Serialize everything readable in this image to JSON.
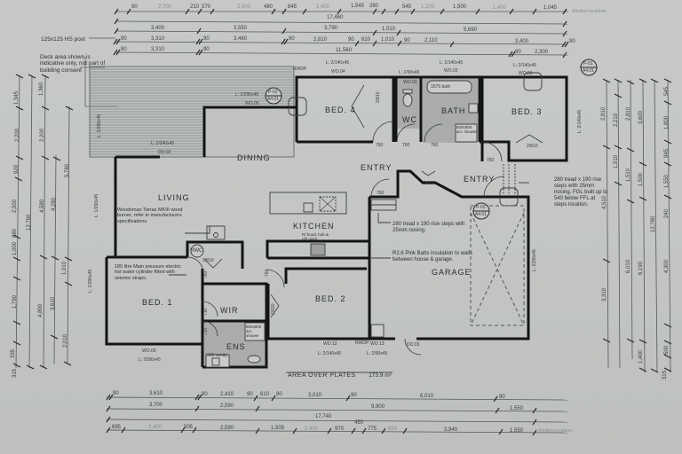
{
  "drawing": {
    "type": "floor plan",
    "area_over_plates_label": "AREA OVER PLATES",
    "area_over_plates_value": "173.9 m²"
  },
  "rooms": {
    "bed4": "BED. 4",
    "wc": "WC",
    "bath": "BATH",
    "bed3": "BED. 3",
    "dining": "DINING",
    "entry_main": "ENTRY",
    "entry_side": "ENTRY",
    "living": "LIVING",
    "kitchen": "KITCHEN",
    "garage": "GARAGE",
    "bed1": "BED. 1",
    "wir": "WIR",
    "ens": "ENS",
    "bed2": "BED. 2",
    "hwc": "HWC"
  },
  "notes": {
    "hs_post": "125x125 HS post",
    "deck": "Deck area shown is indicative only, not part of building consent",
    "wood_burner": "Woodsman Tarras MKIII wood burner, refer to manufacturers specifications.",
    "hot_water": "180 litre Main pressure electric hot water cylinder fitted with seismic straps.",
    "garage_steps": "280 tread x 190 rise steps with 25mm nosing.",
    "insulation": "R2.6 Pink Batts insulation to walls between house & garage.",
    "entry_steps": "280 tread x 190 rise steps with 25mm nosing. FGL built up to 540 below FFL at steps location.",
    "rangehood": "R/ hood, hob & u/b oven",
    "bath_fixture": "1675 bath",
    "shower_bath": "800x900 acr. shower",
    "shower_ens": "800x800 acr. shower",
    "vanity": "900 vanity",
    "window_locations": "Window locations"
  },
  "tags": {
    "p01": [
      "P-01",
      "A4.01"
    ],
    "p02": [
      "P-02",
      "A4.01"
    ],
    "p03": [
      "P-03",
      "A4.01"
    ]
  },
  "openings": {
    "wo04": "WO.04",
    "wo03": "WO.03",
    "wo02": "WO.02",
    "wo01": "WO.01",
    "wo05": "WO.05",
    "do02": "DO.02",
    "wo09": "WO.09",
    "wo12": "WO.12",
    "wo13": "WO.13",
    "do03": "DO.03",
    "lintel_2140": "L: 2/140x45",
    "lintel_290": "L: 2/90x45",
    "lintel_2290": "L: 2/290x45",
    "lintel_2240": "L: 2/240x45",
    "lintel_2090": "L: 2090x45",
    "lintel_1290": "L: 1/290x45",
    "lintel_2290v": "L: 2290x45",
    "door_760": "760",
    "door_2810": "2/810",
    "door_710": "710",
    "roof_dp": "RWDP"
  },
  "dimensions": {
    "top_row1": [
      "90",
      "2,700",
      "210",
      "570",
      "2,500",
      "480",
      "845",
      "1,400",
      "1,545",
      "280",
      "545",
      "1,200",
      "1,500",
      "1,400",
      "1,045"
    ],
    "top_total": "17,460",
    "top_row3": [
      "3,400",
      "3,550",
      "3,790",
      "1,010",
      "5,690"
    ],
    "top_row4": [
      "90",
      "3,310",
      "90",
      "3,460",
      "90",
      "2,810",
      "90",
      "610",
      "1,010",
      "90",
      "2,110",
      "3,400",
      "90"
    ],
    "top_row5": [
      "90",
      "3,310",
      "90",
      "11,560",
      "90",
      "2,300"
    ],
    "bottom_row1": [
      "90",
      "3,610",
      "90",
      "2,410",
      "90",
      "610",
      "90",
      "3,010",
      "90",
      "6,010",
      "90"
    ],
    "bottom_row2": [
      "3,700",
      "2,590",
      "9,900",
      "1,550"
    ],
    "bottom_total": "17,740",
    "bottom_row4": [
      "695",
      "2,400",
      "505",
      "2,590",
      "1,505",
      "1,400",
      "970",
      "450",
      "775",
      "850",
      "3,940",
      "1,550"
    ],
    "left": [
      "1,345",
      "1,360",
      "2,200",
      "2,200",
      "920",
      "5,780",
      "2,500",
      "12,780",
      "4,580",
      "4,280",
      "1,000",
      "880",
      "1,010",
      "1,790",
      "3,610",
      "4,890",
      "2,010",
      "335",
      "315"
    ],
    "right": [
      "2,810",
      "2,210",
      "2,810",
      "3,600",
      "1,510",
      "1,510",
      "1,500",
      "4,510",
      "3,310",
      "6,010",
      "6,190",
      "12,780",
      "4,300",
      "1,400",
      "545",
      "1,800",
      "945",
      "1,550",
      "240",
      "500",
      "315"
    ]
  },
  "colors": {
    "paper": "#c3c6c4",
    "wall": "#141515",
    "wet_area": "#a9acab",
    "deck_line": "#7d807f",
    "text": "#2f3131"
  }
}
